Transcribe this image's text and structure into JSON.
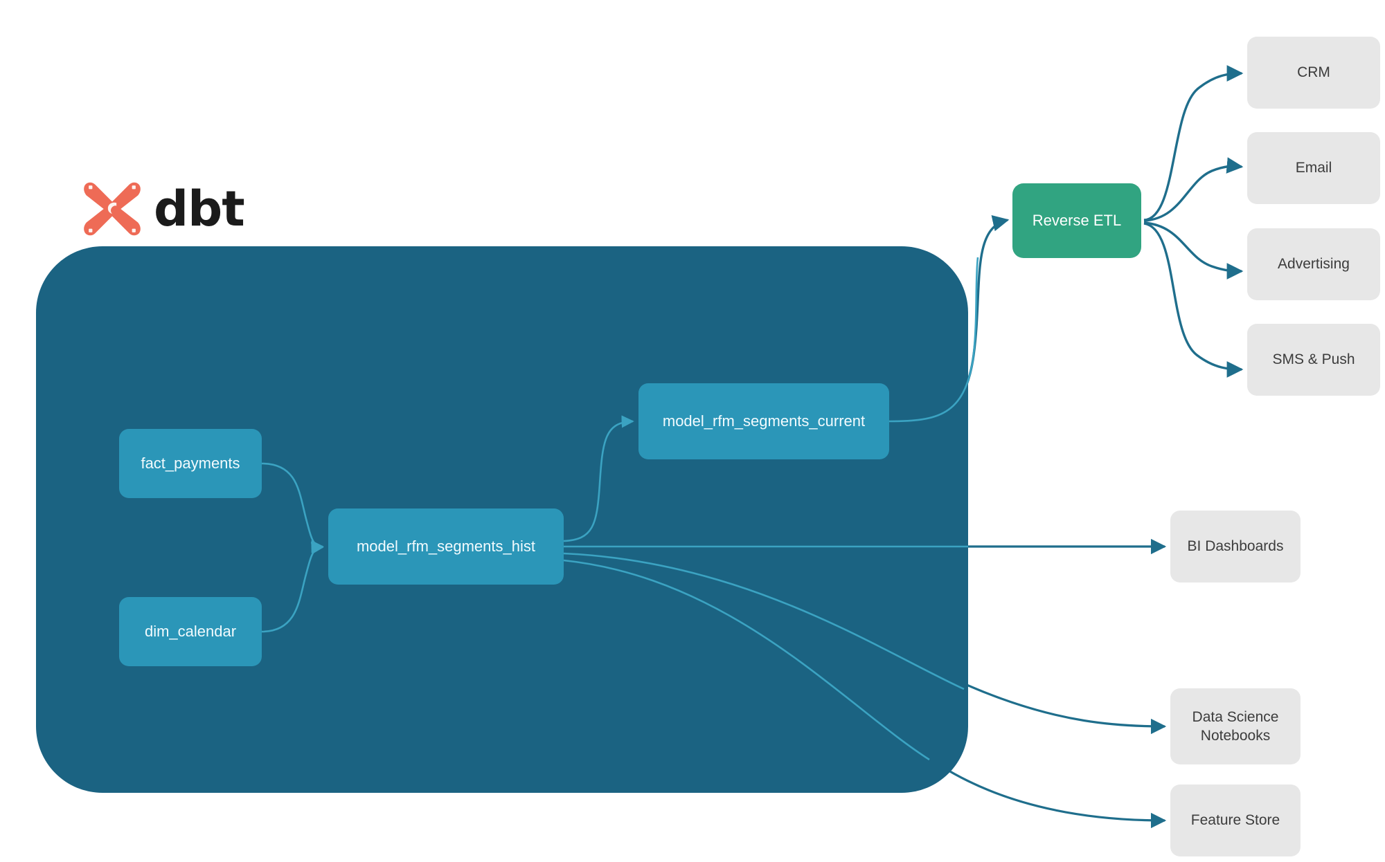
{
  "diagram": {
    "title": "dbt RFM segments lineage",
    "background": "#ffffff",
    "colors": {
      "project_panel": "#1b6382",
      "model_node": "#2b96b8",
      "reverse_etl_node": "#31a481",
      "destination_node": "#e7e7e7",
      "edge_outside": "#1f6e8c",
      "edge_inside": "#3ba3c2",
      "dbt_orange": "#ee6b56",
      "dbt_wordmark": "#1b1b1b"
    }
  },
  "brand": {
    "logo_icon": "dbt-logo-icon",
    "wordmark": "dbt"
  },
  "project_panel": {
    "name": "dbt-project-panel"
  },
  "nodes": {
    "sources": [
      {
        "id": "fact-payments",
        "label": "fact_payments"
      },
      {
        "id": "dim-calendar",
        "label": "dim_calendar"
      }
    ],
    "models": [
      {
        "id": "rfm-hist",
        "label": "model_rfm_segments_hist"
      },
      {
        "id": "rfm-current",
        "label": "model_rfm_segments_current"
      }
    ],
    "activation": {
      "id": "reverse-etl",
      "label": "Reverse ETL"
    },
    "activation_destinations": [
      {
        "id": "crm",
        "label": "CRM"
      },
      {
        "id": "email",
        "label": "Email"
      },
      {
        "id": "advertising",
        "label": "Advertising"
      },
      {
        "id": "sms-push",
        "label": "SMS & Push"
      }
    ],
    "analytics_destinations": [
      {
        "id": "bi-dashboards",
        "label": "BI Dashboards"
      },
      {
        "id": "ds-notebooks",
        "label": "Data Science\nNotebooks"
      },
      {
        "id": "feature-store",
        "label": "Feature Store"
      }
    ]
  },
  "edges": [
    {
      "from": "fact_payments",
      "to": "model_rfm_segments_hist"
    },
    {
      "from": "dim_calendar",
      "to": "model_rfm_segments_hist"
    },
    {
      "from": "model_rfm_segments_hist",
      "to": "model_rfm_segments_current"
    },
    {
      "from": "model_rfm_segments_current",
      "to": "Reverse ETL"
    },
    {
      "from": "Reverse ETL",
      "to": "CRM"
    },
    {
      "from": "Reverse ETL",
      "to": "Email"
    },
    {
      "from": "Reverse ETL",
      "to": "Advertising"
    },
    {
      "from": "Reverse ETL",
      "to": "SMS & Push"
    },
    {
      "from": "model_rfm_segments_hist",
      "to": "BI Dashboards"
    },
    {
      "from": "model_rfm_segments_hist",
      "to": "Data Science Notebooks"
    },
    {
      "from": "model_rfm_segments_hist",
      "to": "Feature Store"
    }
  ]
}
